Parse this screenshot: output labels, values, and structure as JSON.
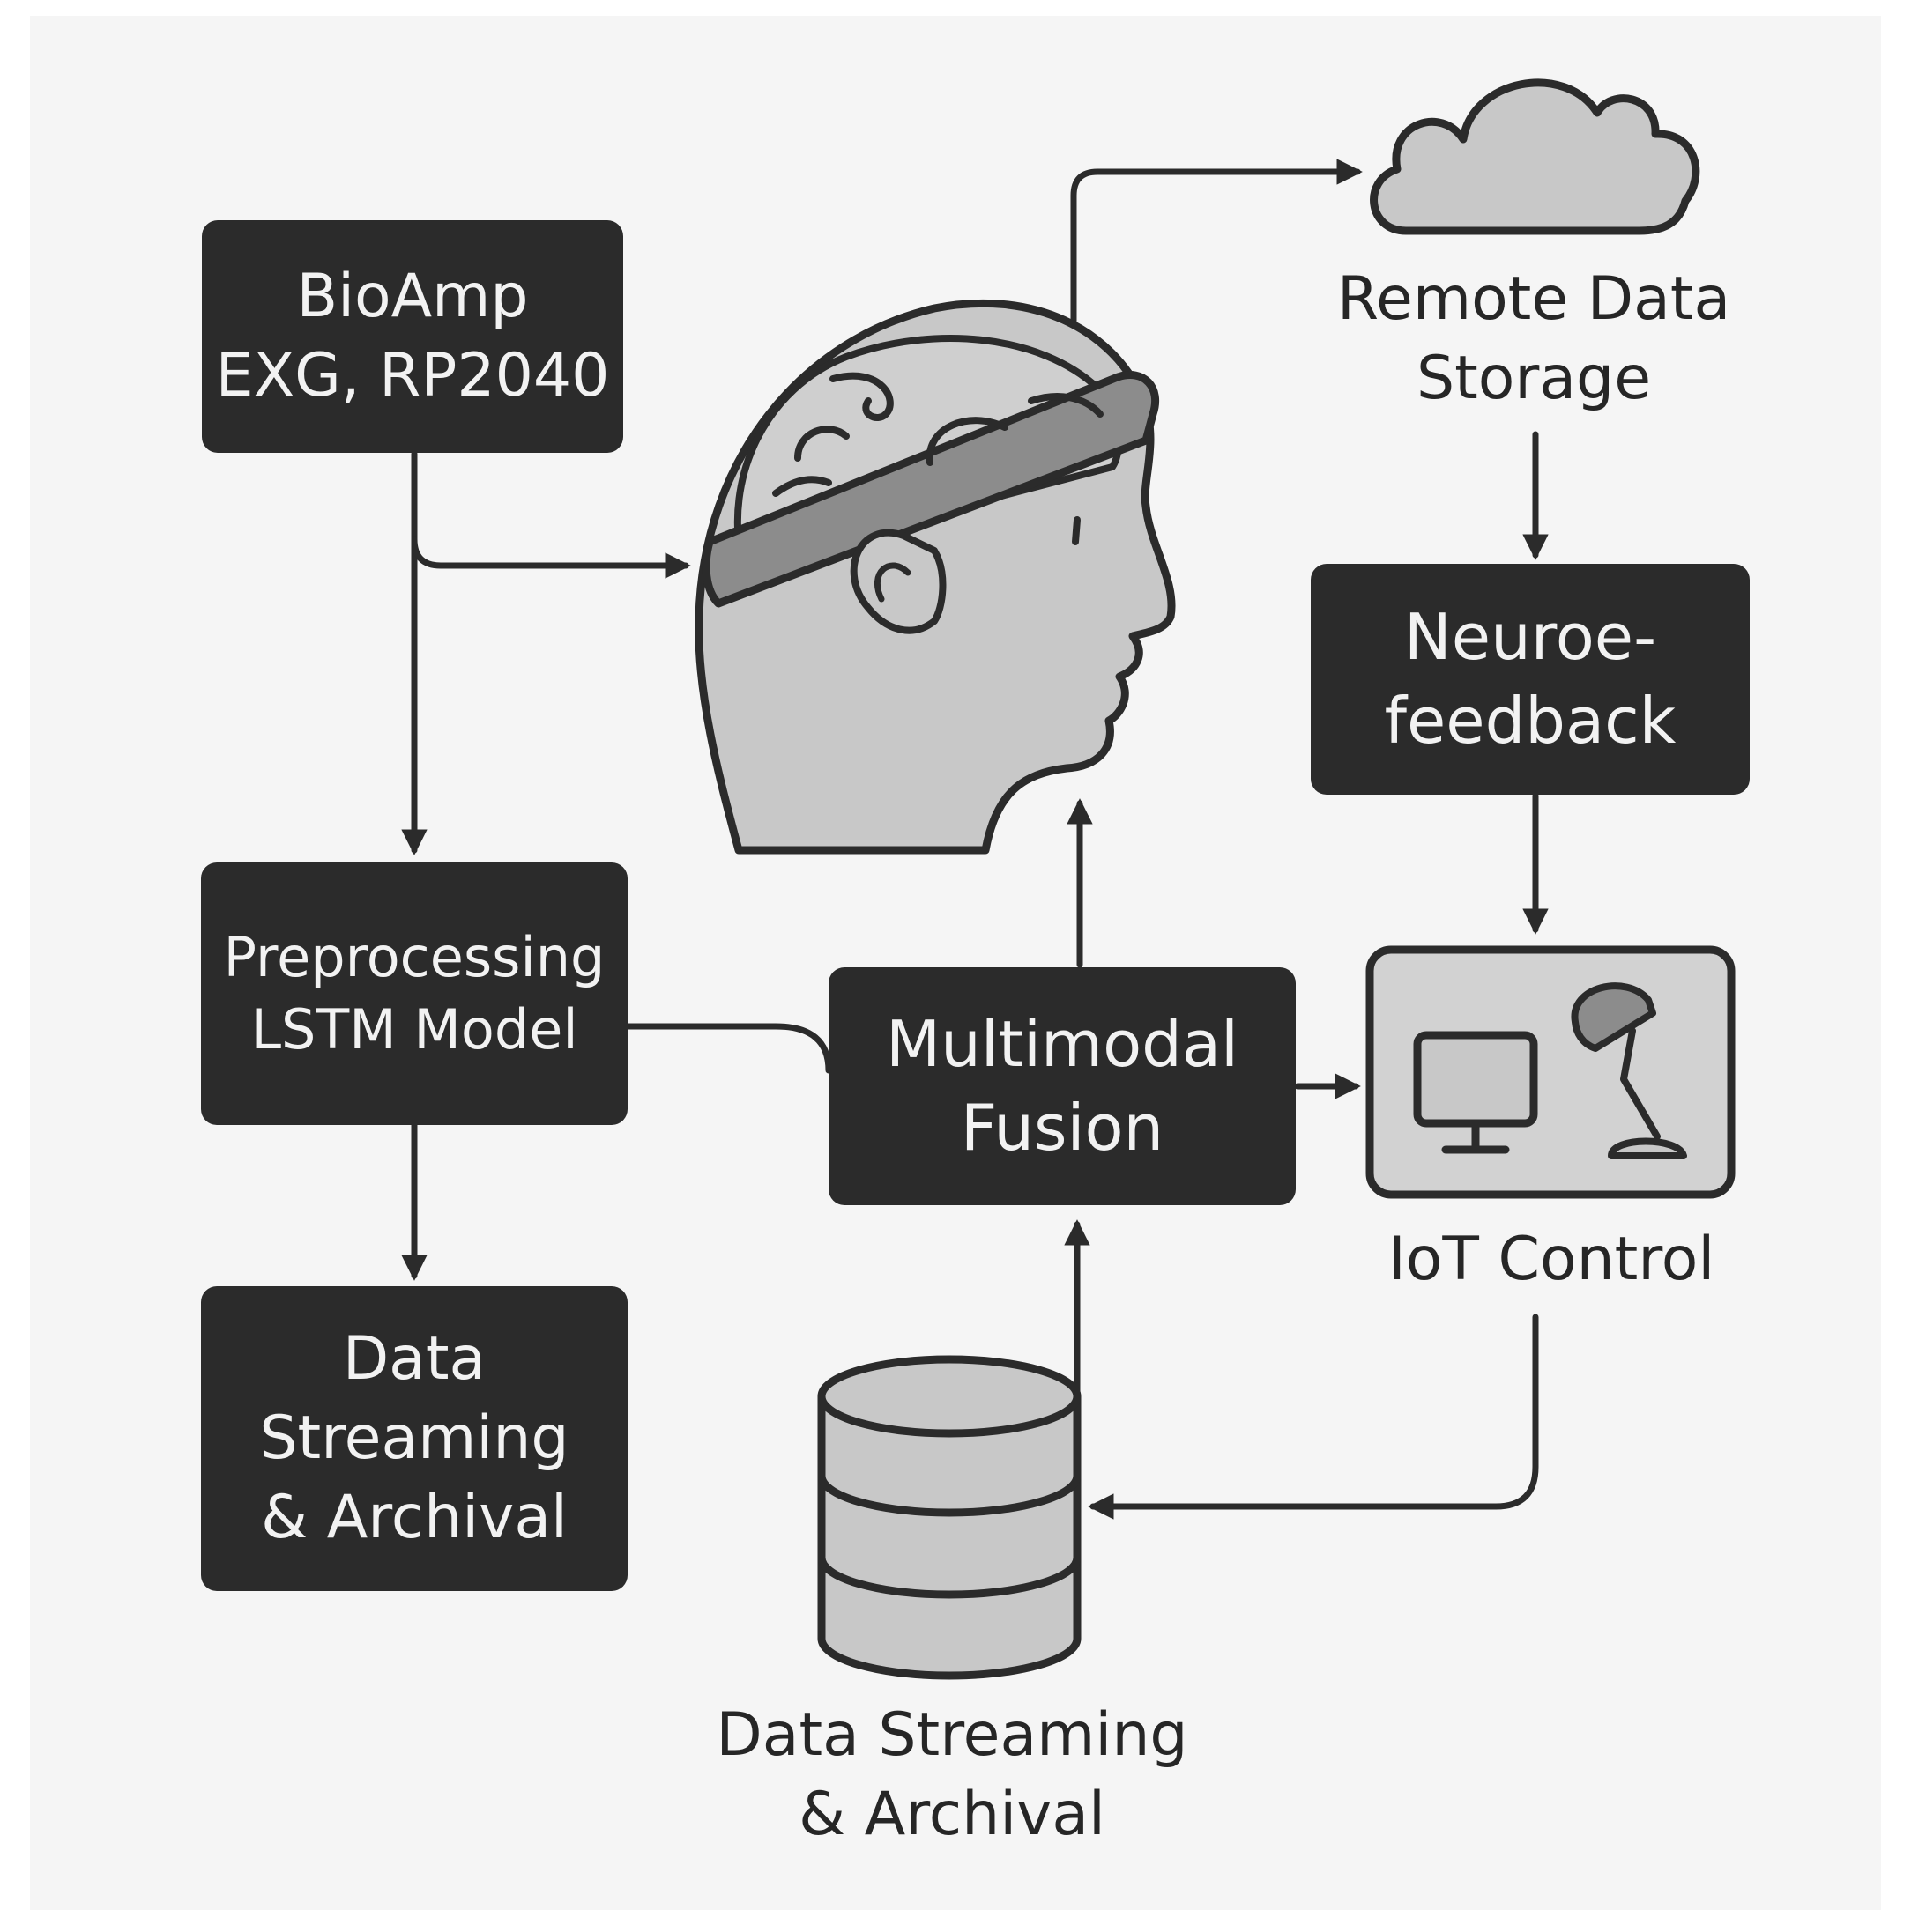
{
  "nodes": {
    "bioamp": {
      "line1": "BioAmp",
      "line2": "EXG, RP2040"
    },
    "preprocessing": {
      "line1": "Preprocessing",
      "line2": "LSTM Model"
    },
    "data_streaming_box": {
      "line1": "Data",
      "line2": "Streaming",
      "line3": "& Archival"
    },
    "multimodal_fusion": {
      "line1": "Multimodal",
      "line2": "Fusion"
    },
    "remote_storage": {
      "line1": "Remote Data",
      "line2": "Storage"
    },
    "neurofeedback": {
      "line1": "Neuroe-",
      "line2": "feedback"
    },
    "iot_control": {
      "label": "IoT Control"
    },
    "database": {
      "line1": "Data Streaming",
      "line2": "& Archival"
    }
  },
  "icons": [
    "head-with-eeg-headband-icon",
    "cloud-icon",
    "monitor-icon",
    "desk-lamp-icon",
    "database-icon"
  ],
  "colors": {
    "box_fill": "#2b2b2b",
    "box_text": "#f2f2f2",
    "icon_fill": "#c8c8c8",
    "stroke": "#2b2b2b",
    "background": "#f5f5f5"
  }
}
